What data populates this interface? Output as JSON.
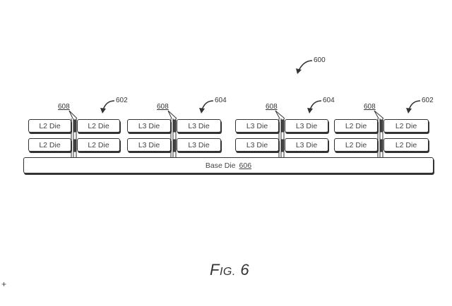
{
  "figure": {
    "title_prefix": "F",
    "title_smallcaps": "IG.",
    "title_number": "6",
    "ref_overall": "600"
  },
  "base_die": {
    "label": "Base Die",
    "ref": "606"
  },
  "groups": [
    {
      "ref": "602",
      "tsv_ref": "608",
      "top_row": [
        "L2 Die",
        "L2 Die"
      ],
      "bottom_row": [
        "L2 Die",
        "L2 Die"
      ]
    },
    {
      "ref": "604",
      "tsv_ref": "608",
      "top_row": [
        "L3 Die",
        "L3 Die"
      ],
      "bottom_row": [
        "L3 Die",
        "L3 Die"
      ]
    },
    {
      "ref": "604",
      "tsv_ref": "608",
      "top_row": [
        "L3 Die",
        "L3 Die"
      ],
      "bottom_row": [
        "L3 Die",
        "L3 Die"
      ]
    },
    {
      "ref": "602",
      "tsv_ref": "608",
      "top_row": [
        "L2 Die",
        "L2 Die"
      ],
      "bottom_row": [
        "L2 Die",
        "L2 Die"
      ]
    }
  ],
  "corner_mark": "+"
}
